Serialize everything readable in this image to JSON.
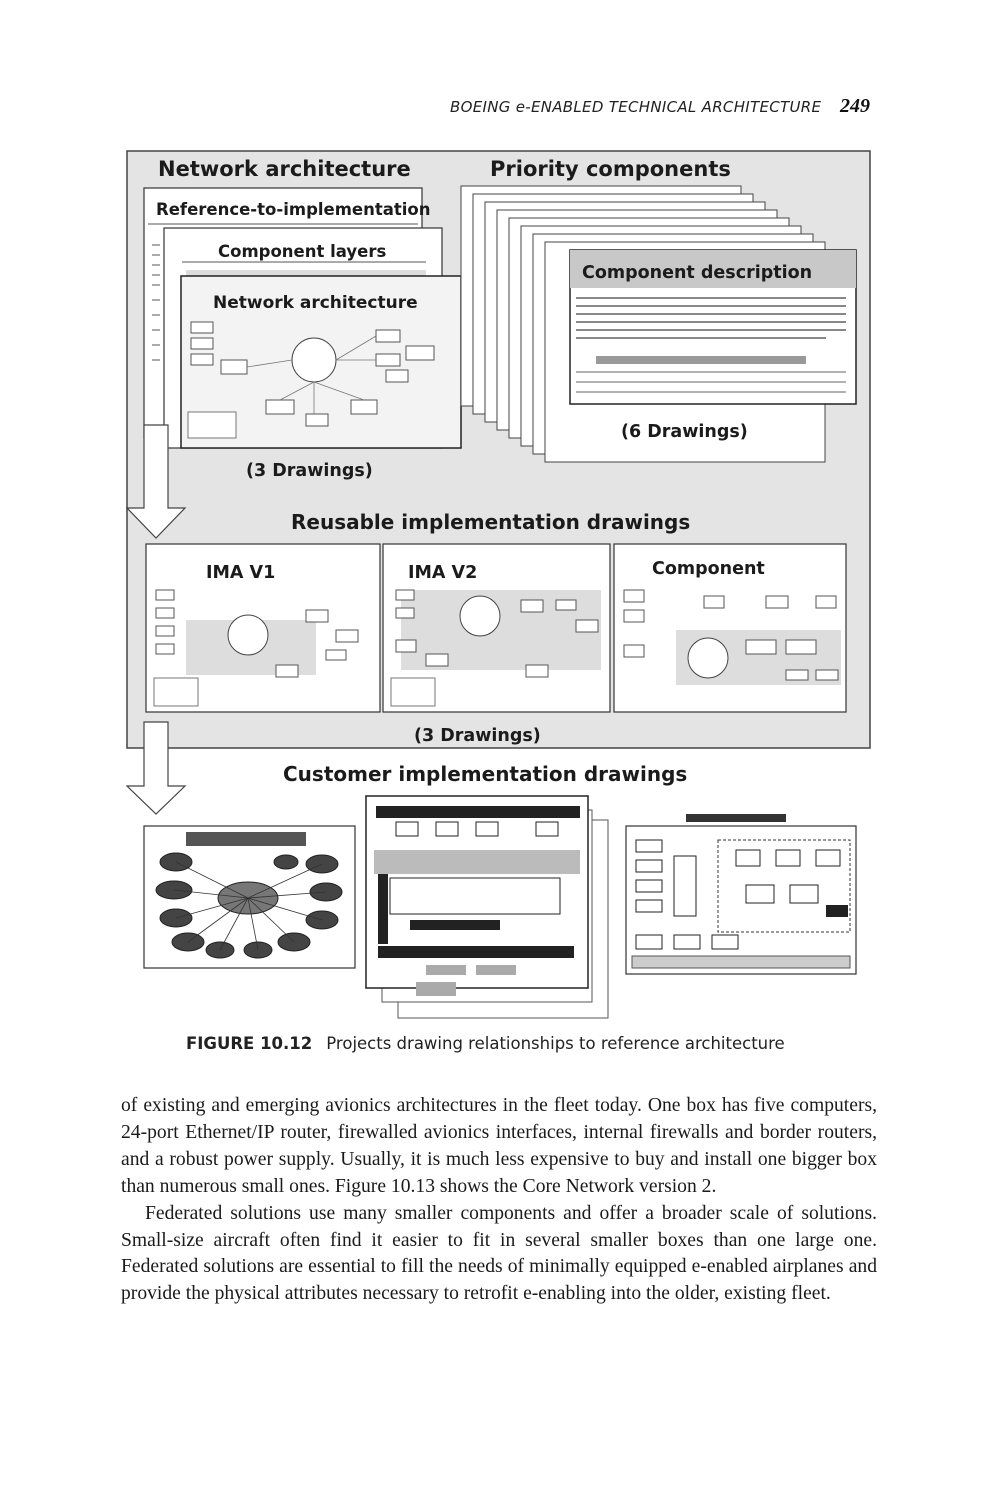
{
  "header": {
    "running_head": "BOEING e-ENABLED TECHNICAL ARCHITECTURE",
    "page_number": "249"
  },
  "figure": {
    "network_architecture_title": "Network architecture",
    "reference_to_implementation": "Reference-to-implementation",
    "component_layers": "Component layers",
    "network_architecture_inner": "Network architecture",
    "three_drawings_top": "(3 Drawings)",
    "priority_components": "Priority components",
    "component_description": "Component description",
    "six_drawings": "(6 Drawings)",
    "reusable_title": "Reusable implementation drawings",
    "ima_v1": "IMA V1",
    "ima_v2": "IMA V2",
    "component": "Component",
    "three_drawings_bottom": "(3 Drawings)",
    "customer_title": "Customer implementation drawings"
  },
  "caption": {
    "label": "FIGURE 10.12",
    "text": "Projects drawing relationships to reference architecture"
  },
  "body": {
    "paragraph_1": "of existing and emerging avionics architectures in the fleet today. One box has five computers, 24-port Ethernet/IP router, firewalled avionics interfaces, internal firewalls and border routers, and a robust power supply. Usually, it is much less expensive to buy and install one bigger box than numerous small ones. Figure 10.13 shows the Core Network version 2.",
    "paragraph_2": "Federated solutions use many smaller components and offer a broader scale of solutions. Small-size aircraft often find it easier to fit in several smaller boxes than one large one. Federated solutions are essential to fill the needs of minimally equipped e-enabled airplanes and provide the physical attributes necessary to retrofit e-enabling into the older, existing fleet."
  }
}
